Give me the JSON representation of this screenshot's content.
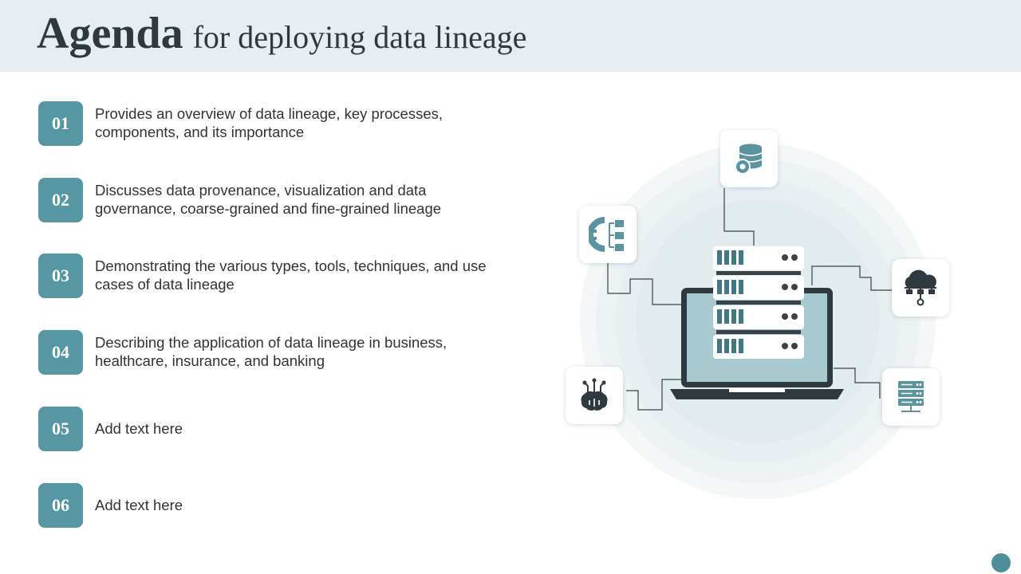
{
  "title": {
    "bold": "Agenda",
    "rest": "for deploying data lineage"
  },
  "agenda": [
    {
      "number": "01",
      "text": "Provides an overview of data lineage, key processes, components, and its importance"
    },
    {
      "number": "02",
      "text": "Discusses data provenance, visualization and data governance, coarse-grained and fine-grained lineage"
    },
    {
      "number": "03",
      "text": "Demonstrating the various types, tools, techniques, and use cases of data lineage"
    },
    {
      "number": "04",
      "text": "Describing the application of data lineage in business, healthcare, insurance, and banking"
    },
    {
      "number": "05",
      "text": "Add text here"
    },
    {
      "number": "06",
      "text": "Add text here"
    }
  ],
  "illustration": {
    "center": "laptop-server-icon",
    "satellites": [
      "database-gear-icon",
      "gear-hierarchy-icon",
      "cloud-network-icon",
      "brain-circuit-icon",
      "server-rack-icon"
    ]
  },
  "colors": {
    "accent": "#5796a3",
    "header_bg": "#e6eef1",
    "dark": "#2f3a40",
    "icon_teal": "#5b94a0",
    "circle_light": "#eef4f6"
  }
}
